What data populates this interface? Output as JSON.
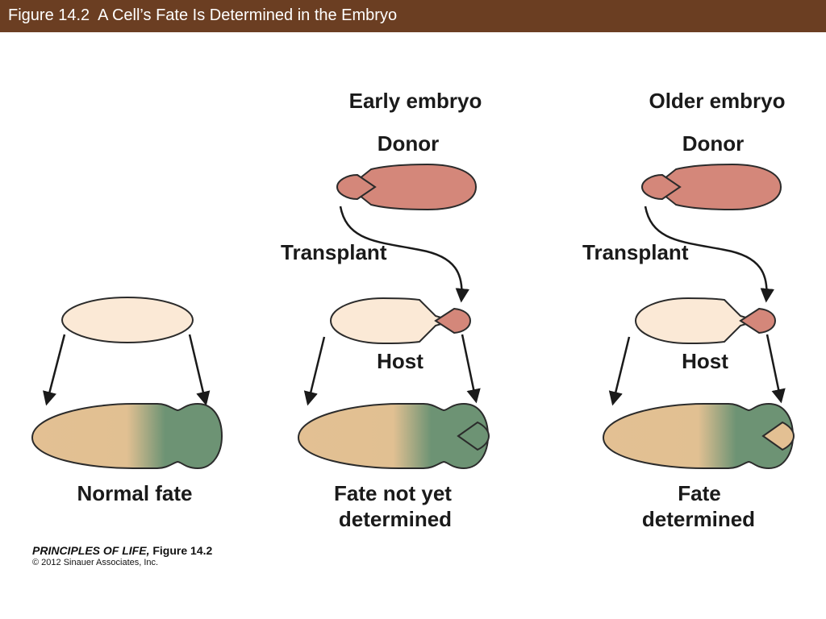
{
  "header": {
    "title": "Figure 14.2  A Cell’s Fate Is Determined in the Embryo"
  },
  "colors": {
    "title_bar": "#6b3e22",
    "donor": "#d4877a",
    "host": "#fbe9d6",
    "tissue_tan": "#e3c093",
    "tissue_green": "#6d9374",
    "outline": "#2b2b2b"
  },
  "panels": {
    "normal": {
      "result_label": "Normal fate"
    },
    "early": {
      "heading": "Early embryo",
      "donor_label": "Donor",
      "transplant_label": "Transplant",
      "host_label": "Host",
      "result_line1": "Fate not yet",
      "result_line2": "determined"
    },
    "older": {
      "heading": "Older embryo",
      "donor_label": "Donor",
      "transplant_label": "Transplant",
      "host_label": "Host",
      "result_line1": "Fate",
      "result_line2": "determined"
    }
  },
  "credit": {
    "book": "PRINCIPLES OF LIFE,",
    "figure": " Figure 14.2",
    "copyright": "© 2012 Sinauer Associates, Inc."
  }
}
